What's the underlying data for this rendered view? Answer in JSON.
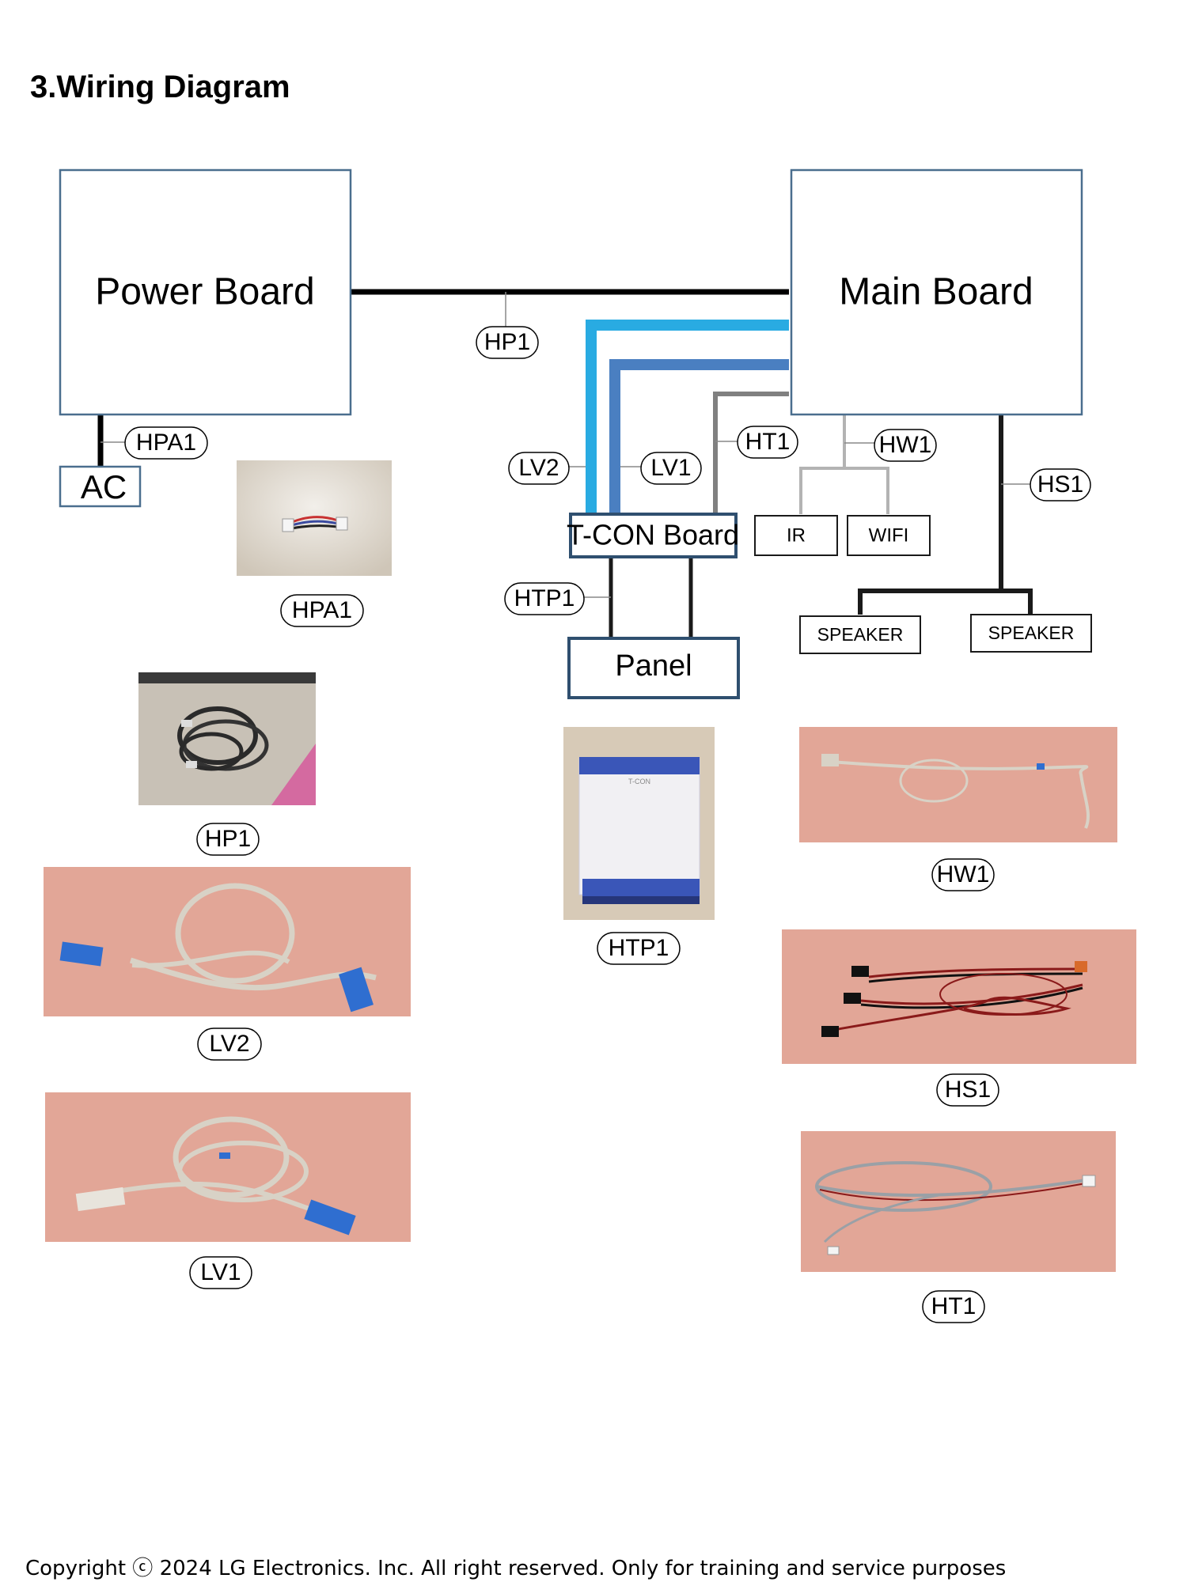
{
  "page": {
    "title": "3.Wiring Diagram",
    "footer": "Copyright ⓒ 2024 LG Electronics. Inc. All right reserved. Only for training and service purposes"
  },
  "boards": {
    "power": "Power Board",
    "main": "Main Board",
    "ac": "AC",
    "tcon": "T-CON Board",
    "panel": "Panel",
    "ir": "IR",
    "wifi": "WIFI",
    "speaker_left": "SPEAKER",
    "speaker_right": "SPEAKER"
  },
  "connectors": {
    "hp1": "HP1",
    "hpa1": "HPA1",
    "lv2": "LV2",
    "lv1": "LV1",
    "ht1": "HT1",
    "hw1": "HW1",
    "hs1": "HS1",
    "htp1": "HTP1"
  },
  "photo_labels": {
    "hpa1": "HPA1",
    "hp1": "HP1",
    "lv2": "LV2",
    "lv1": "LV1",
    "htp1": "HTP1",
    "hw1": "HW1",
    "hs1": "HS1",
    "ht1": "HT1"
  },
  "photo_text": {
    "tcon_ffc": "T-CON"
  },
  "colors": {
    "box_border": "#4a6e8e",
    "lv2_cable": "#29abe2",
    "lv1_cable": "#4a7fc1",
    "ht1_cable": "#808080",
    "hw1_cable": "#b3b3b3",
    "carpet": "#e2a697"
  }
}
